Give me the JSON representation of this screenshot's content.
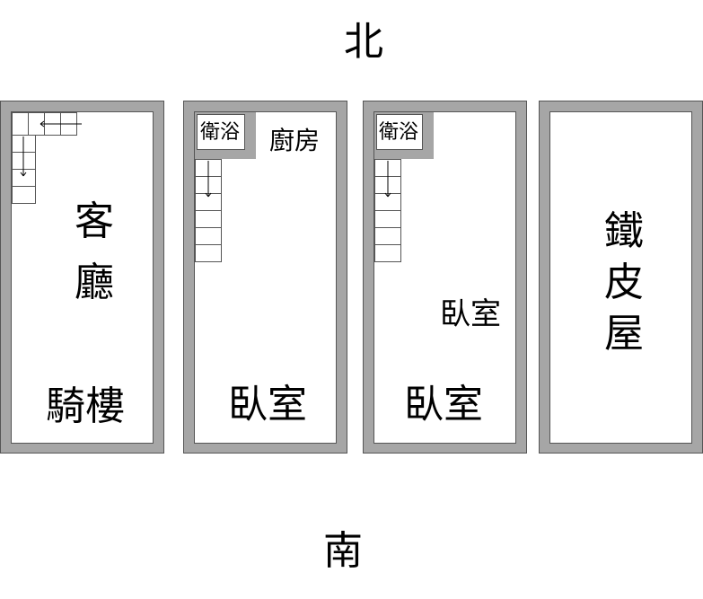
{
  "compass": {
    "north": "北",
    "south": "南"
  },
  "units": [
    {
      "top_label": "客",
      "top_label_2": "廳",
      "bottom_label": "騎樓"
    },
    {
      "corner_room": "衛浴",
      "top_right": "廚房",
      "bottom_label": "臥室"
    },
    {
      "corner_room": "衛浴",
      "mid_label": "臥室",
      "bottom_label": "臥室"
    },
    {
      "chars": [
        "鐵",
        "皮",
        "屋"
      ]
    }
  ],
  "colors": {
    "wall": "#a6a6a6",
    "line": "#555555",
    "background": "#ffffff"
  }
}
